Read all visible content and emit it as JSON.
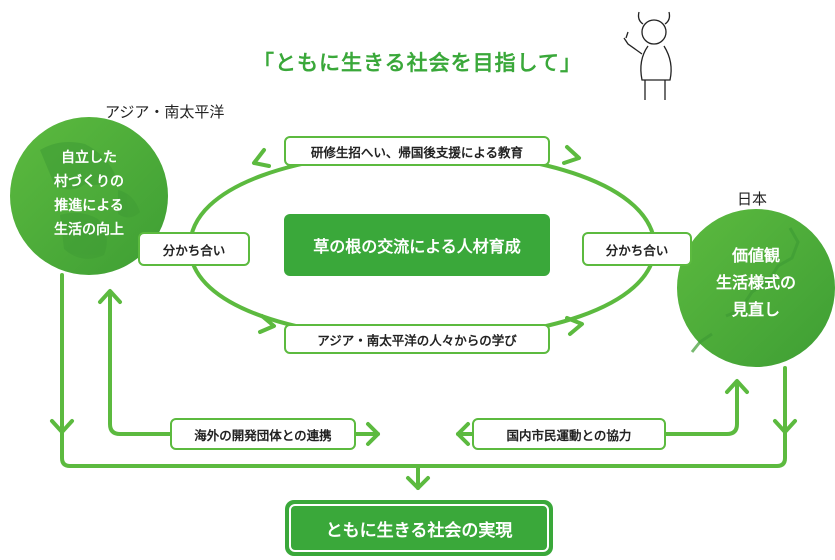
{
  "title": "「ともに生きる社会を目指して」",
  "regions": {
    "asia": {
      "label": "アジア・南太平洋",
      "lines": [
        "自立した",
        "村づくりの",
        "推進による",
        "生活の向上"
      ]
    },
    "japan": {
      "label": "日本",
      "lines": [
        "価値観",
        "生活様式の",
        "見直し"
      ]
    }
  },
  "flows": {
    "top": "研修生招へい、帰国後支援による教育",
    "bottom": "アジア・南太平洋の人々からの学び",
    "share_left": "分かち合い",
    "share_right": "分かち合い",
    "overseas": "海外の開発団体との連携",
    "domestic": "国内市民運動との協力"
  },
  "center": "草の根の交流による人材育成",
  "result": "ともに生きる社会の実現",
  "colors": {
    "green": "#3aa83a",
    "line": "#5cba3f",
    "circle": "#4cae3e"
  },
  "icons": [
    "globe-icon",
    "japan-map-icon",
    "person-illustration"
  ]
}
